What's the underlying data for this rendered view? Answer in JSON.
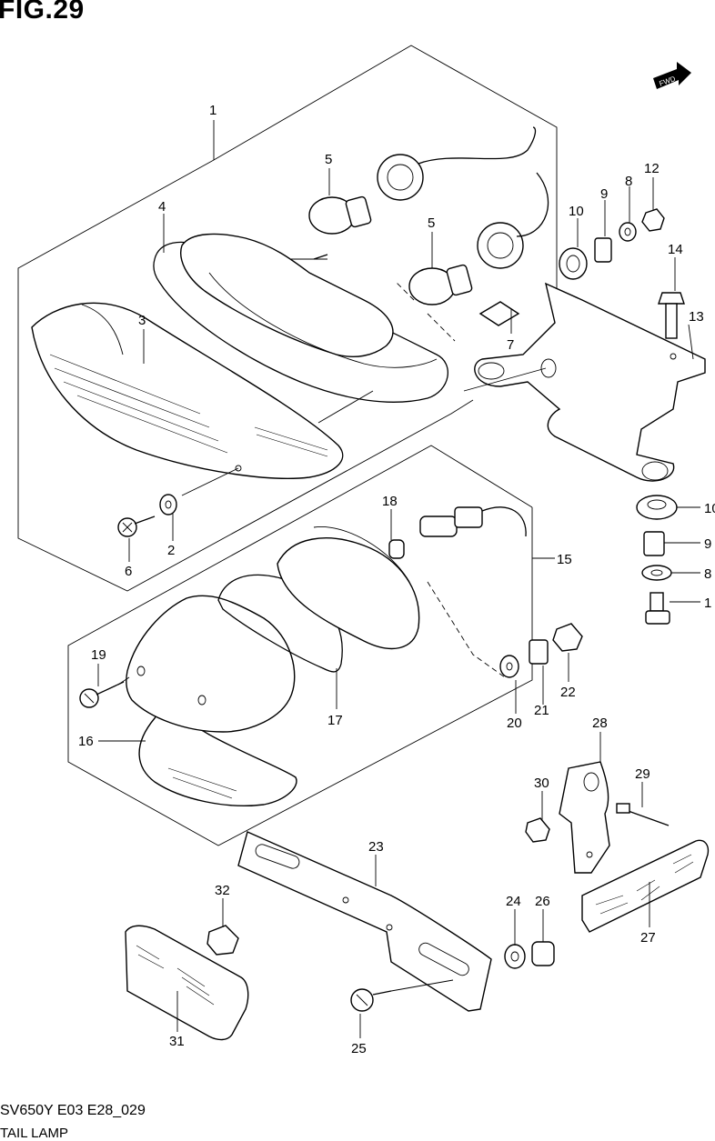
{
  "figure": {
    "title": "FIG.29"
  },
  "direction_badge": {
    "label": "FWD",
    "icon": "forward-arrow-icon"
  },
  "callouts": [
    "1",
    "2",
    "3",
    "4",
    "5",
    "5",
    "6",
    "7",
    "8",
    "8",
    "9",
    "9",
    "10",
    "10",
    "12",
    "13",
    "14",
    "1",
    "15",
    "16",
    "17",
    "18",
    "19",
    "20",
    "21",
    "22",
    "23",
    "24",
    "25",
    "26",
    "27",
    "28",
    "29",
    "30",
    "31",
    "32"
  ],
  "footer": {
    "code": "SV650Y E03 E28_029",
    "caption": "TAIL LAMP"
  }
}
